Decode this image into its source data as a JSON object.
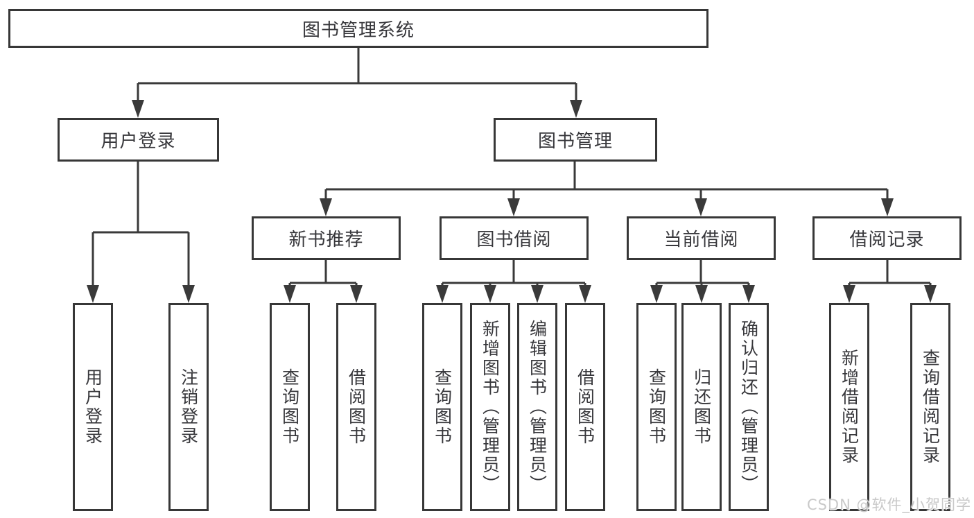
{
  "diagram": {
    "root": {
      "label": "图书管理系统",
      "children": [
        {
          "label": "用户登录",
          "children": [
            {
              "label": "用户登录"
            },
            {
              "label": "注销登录"
            }
          ]
        },
        {
          "label": "图书管理",
          "children": [
            {
              "label": "新书推荐",
              "children": [
                {
                  "label": "查询图书"
                },
                {
                  "label": "借阅图书"
                }
              ]
            },
            {
              "label": "图书借阅",
              "children": [
                {
                  "label": "查询图书"
                },
                {
                  "label": "新增图书（管理员）"
                },
                {
                  "label": "编辑图书（管理员）"
                },
                {
                  "label": "借阅图书"
                }
              ]
            },
            {
              "label": "当前借阅",
              "children": [
                {
                  "label": "查询图书"
                },
                {
                  "label": "归还图书"
                },
                {
                  "label": "确认归还（管理员）"
                }
              ]
            },
            {
              "label": "借阅记录",
              "children": [
                {
                  "label": "新增借阅记录"
                },
                {
                  "label": "查询借阅记录"
                }
              ]
            }
          ]
        }
      ]
    }
  },
  "watermark": {
    "text": "CSDN @软件_小贺同学",
    "color": "#c9c9c9"
  },
  "colors": {
    "background": "#ffffff",
    "box_fill": "#ffffff",
    "box_border": "#373737",
    "line": "#3a3a3a",
    "text": "#37373b"
  }
}
